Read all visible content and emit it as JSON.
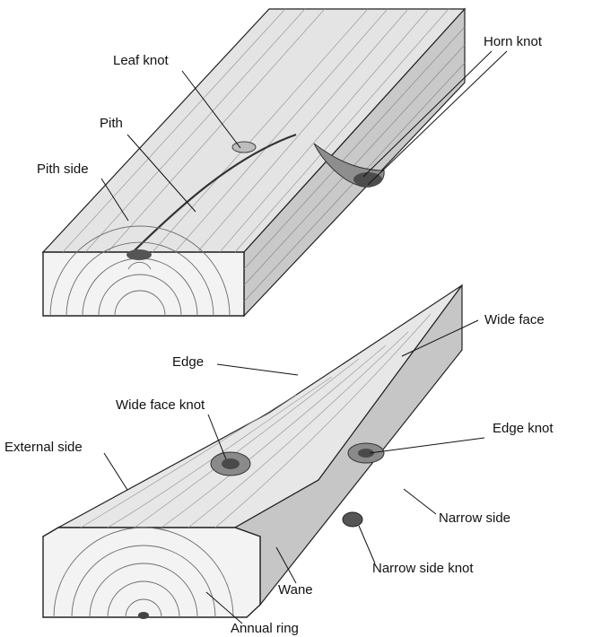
{
  "labels": {
    "leaf_knot": "Leaf knot",
    "horn_knot": "Horn knot",
    "pith": "Pith",
    "pith_side": "Pith side",
    "wide_face": "Wide face",
    "edge": "Edge",
    "wide_face_knot": "Wide face knot",
    "edge_knot": "Edge knot",
    "external_side": "External side",
    "narrow_side": "Narrow side",
    "narrow_side_knot": "Narrow side knot",
    "wane": "Wane",
    "annual_ring": "Annual ring"
  },
  "colors": {
    "ink": "#111111",
    "wood_top": "#e6e6e6",
    "wood_side": "#c7c7c7",
    "wood_end": "#f2f2f2",
    "knot": "#555555"
  }
}
